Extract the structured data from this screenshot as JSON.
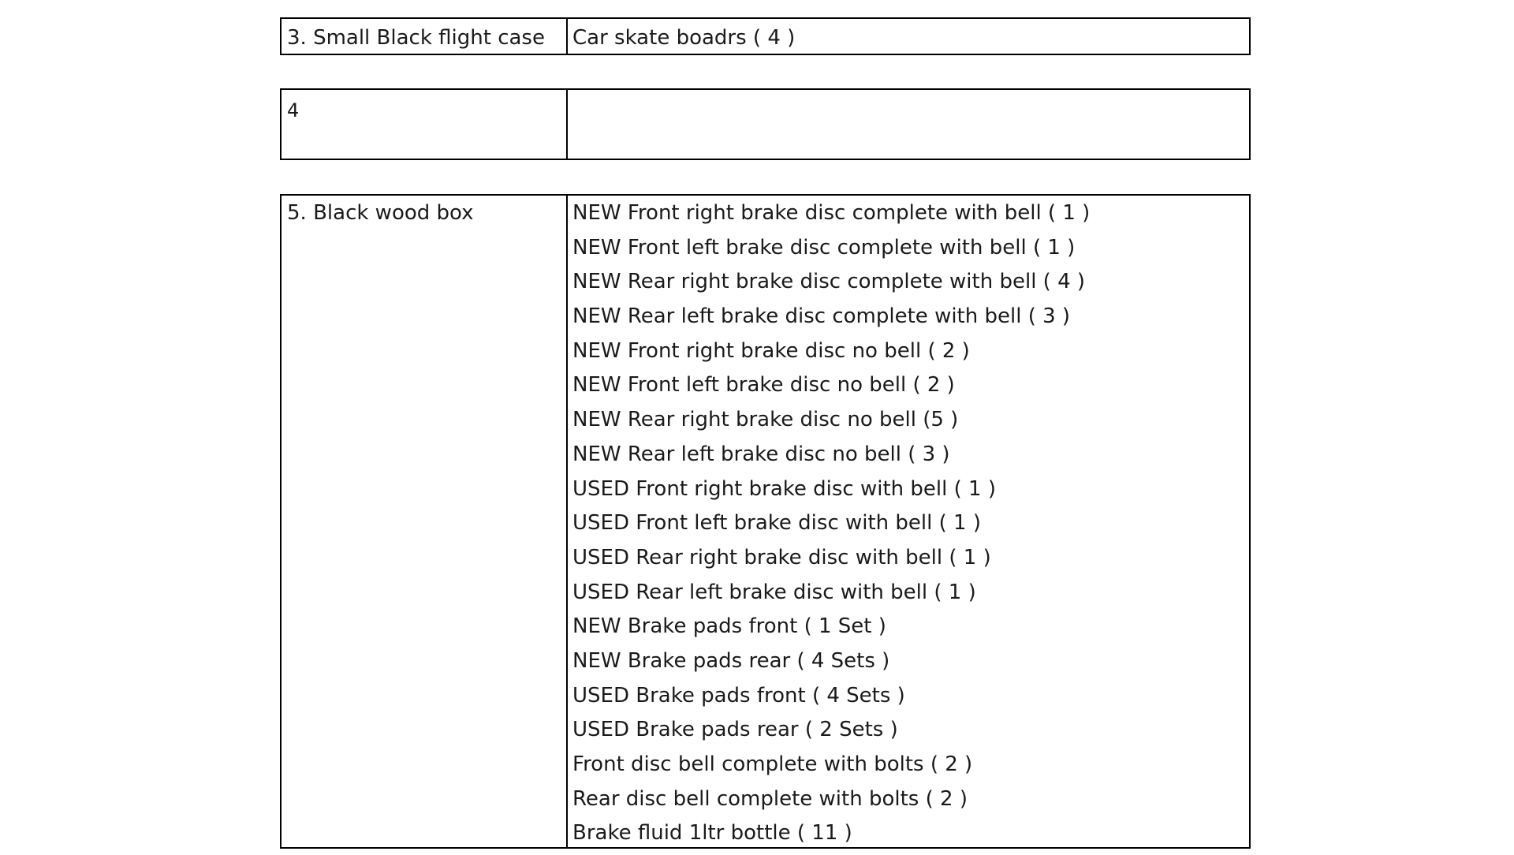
{
  "sections": [
    {
      "label": "3. Small Black flight case",
      "items": [
        "Car skate boadrs ( 4 )"
      ]
    },
    {
      "label": "4",
      "items": []
    },
    {
      "label": "5. Black wood box",
      "items": [
        "NEW Front right brake disc complete with bell ( 1 )",
        "NEW Front left brake disc complete with bell ( 1 )",
        "NEW Rear right brake disc complete with bell ( 4 )",
        "NEW Rear left brake disc complete with bell ( 3 )",
        "NEW Front right brake disc no bell ( 2 )",
        "NEW Front left brake disc no bell ( 2 )",
        "NEW Rear right brake disc no bell (5 )",
        "NEW Rear left brake disc no bell ( 3 )",
        "USED Front right brake disc with bell ( 1 )",
        "USED Front left brake disc with bell ( 1 )",
        "USED Rear right brake disc with bell ( 1 )",
        "USED Rear left brake disc with bell ( 1 )",
        "NEW Brake pads front ( 1 Set )",
        "NEW Brake pads rear ( 4 Sets )",
        "USED Brake pads front ( 4 Sets )",
        "USED Brake pads rear ( 2 Sets )",
        "Front disc bell complete with bolts ( 2 )",
        "Rear disc bell complete with bolts ( 2 )",
        "Brake fluid 1ltr bottle ( 11 )"
      ]
    }
  ]
}
